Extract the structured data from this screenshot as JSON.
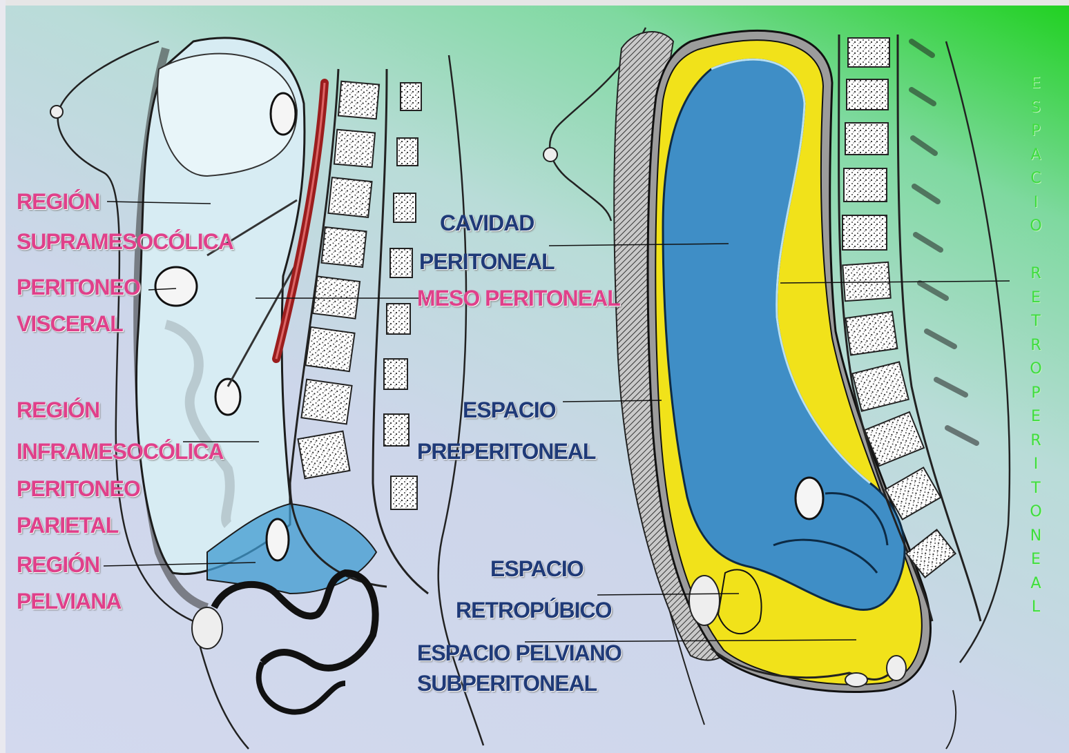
{
  "labels": {
    "region_supramesocolica": [
      "REGIÓN",
      "SUPRAMESOCÓLICA"
    ],
    "peritoneo_visceral": [
      "PERITONEO",
      "VISCERAL"
    ],
    "region_inframesocolica": [
      "REGIÓN",
      "INFRAMESOCÓLICA"
    ],
    "peritoneo_parietal": [
      "PERITONEO",
      "PARIETAL"
    ],
    "region_pelviana": [
      "REGIÓN",
      "PELVIANA"
    ],
    "cavidad_peritoneal": [
      "CAVIDAD",
      "PERITONEAL"
    ],
    "meso_peritoneal": "MESO PERITONEAL",
    "espacio_preperitoneal": [
      "ESPACIO",
      "PREPERITONEAL"
    ],
    "espacio_retropubico": [
      "ESPACIO",
      "RETROPÚBICO"
    ],
    "espacio_pelviano_subperitoneal": [
      "ESPACIO PELVIANO",
      "SUBPERITONEAL"
    ],
    "espacio_retroperitoneal_vertical": "ESPACIO RETROPERITONEAL"
  },
  "colors": {
    "pink_label": "#e0408a",
    "navy_label": "#1f3a78",
    "vertical_label": "#3fdc3f",
    "peritoneal_cavity_blue": "#3f8ec6",
    "fat_yellow": "#f1e21a",
    "organ_pale_blue": "#d7ecf3",
    "artery_red": "#9b1d1d"
  }
}
